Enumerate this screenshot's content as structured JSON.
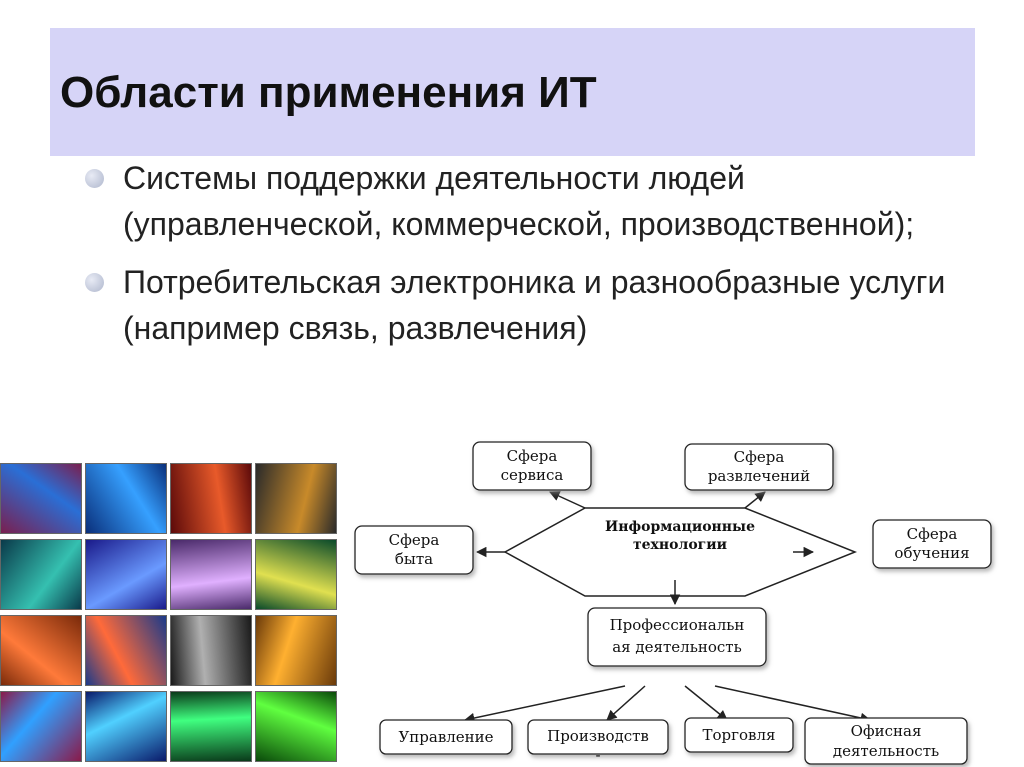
{
  "slide": {
    "title": "Области применения ИТ",
    "bullets": [
      "Системы поддержки деятельности людей (управленческой, коммерческой, производственной);",
      "Потребительская электроника и разнообразные услуги (например связь, развлечения)"
    ]
  },
  "mosaic": {
    "tiles": [
      {
        "name": "tile-colorful-abstract",
        "colors": [
          "#7a1f4f",
          "#2a6fd6"
        ]
      },
      {
        "name": "tile-blue-fiber",
        "colors": [
          "#0a2f7a",
          "#36a0ff"
        ]
      },
      {
        "name": "tile-red-device",
        "colors": [
          "#5c0a0a",
          "#e85a2a"
        ]
      },
      {
        "name": "tile-circuit-text",
        "colors": [
          "#2a2a2a",
          "#c88a2a"
        ]
      },
      {
        "name": "tile-disk-drive",
        "colors": [
          "#0a3a4a",
          "#35c0b0"
        ]
      },
      {
        "name": "tile-keyboard-blue",
        "colors": [
          "#1a1a8a",
          "#6a9aff"
        ]
      },
      {
        "name": "tile-cd-disc",
        "colors": [
          "#4a2a6a",
          "#e0b0ff"
        ]
      },
      {
        "name": "tile-internet",
        "colors": [
          "#0a4a2a",
          "#e0e050"
        ]
      },
      {
        "name": "tile-network",
        "colors": [
          "#7a2a0a",
          "#ff7a3a"
        ]
      },
      {
        "name": "tile-world-map",
        "colors": [
          "#1a3a8a",
          "#ff6a3a"
        ]
      },
      {
        "name": "tile-film-reel",
        "colors": [
          "#1a1a1a",
          "#b0b0b0"
        ]
      },
      {
        "name": "tile-orange-lines",
        "colors": [
          "#6a3a0a",
          "#ffb030"
        ]
      },
      {
        "name": "tile-color-burst",
        "colors": [
          "#8a1a4a",
          "#30a0ff"
        ]
      },
      {
        "name": "tile-html",
        "colors": [
          "#0a1a6a",
          "#50d0ff"
        ]
      },
      {
        "name": "tile-keyboard-green",
        "colors": [
          "#0a3a1a",
          "#40ff80"
        ]
      },
      {
        "name": "tile-green-glow",
        "colors": [
          "#0a4a0a",
          "#60ff40"
        ]
      }
    ]
  },
  "diagram": {
    "hub": {
      "line1": "Информационные",
      "line2": "технологии"
    },
    "nodes": [
      {
        "name": "node-service",
        "line1": "Сфера",
        "line2": "сервиса"
      },
      {
        "name": "node-entertainment",
        "line1": "Сфера",
        "line2": "развлечений"
      },
      {
        "name": "node-household",
        "line1": "Сфера",
        "line2": "быта"
      },
      {
        "name": "node-education",
        "line1": "Сфера",
        "line2": "обучения"
      },
      {
        "name": "node-professional",
        "line1": "Профессиональн",
        "line2": "ая деятельность"
      },
      {
        "name": "node-management",
        "line1": "Управление",
        "line2": ""
      },
      {
        "name": "node-production",
        "line1": "Производств",
        "line2": "-"
      },
      {
        "name": "node-trade",
        "line1": "Торговля",
        "line2": ""
      },
      {
        "name": "node-office",
        "line1": "Офисная",
        "line2": "деятельность"
      }
    ]
  }
}
